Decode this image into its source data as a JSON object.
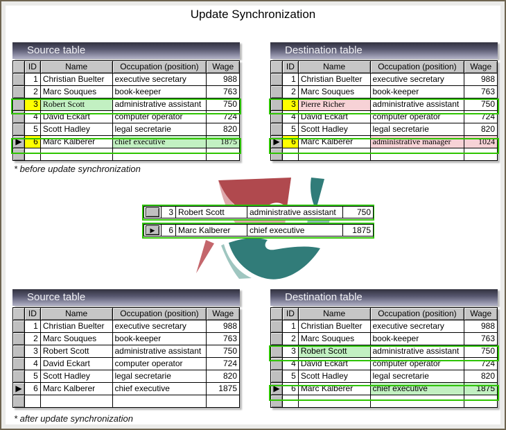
{
  "page_title": "Update Synchronization",
  "captions": {
    "before": "* before update synchronization",
    "after": "* after update synchronization"
  },
  "columns": {
    "id": "ID",
    "name": "Name",
    "occupation": "Occupation (position)",
    "wage": "Wage"
  },
  "tables": {
    "source_before": {
      "title": "Source table",
      "rows": [
        {
          "id": "1",
          "name": "Christian Buelter",
          "occupation": "executive secretary",
          "wage": "988"
        },
        {
          "id": "2",
          "name": "Marc Souques",
          "occupation": "book-keeper",
          "wage": "763"
        },
        {
          "id": "3",
          "name": "Robert Scott",
          "occupation": "administrative assistant",
          "wage": "750"
        },
        {
          "id": "4",
          "name": "David Eckart",
          "occupation": "computer operator",
          "wage": "724"
        },
        {
          "id": "5",
          "name": "Scott Hadley",
          "occupation": "legal secretarie",
          "wage": "820"
        },
        {
          "id": "6",
          "name": "Marc Kalberer",
          "occupation": "chief executive",
          "wage": "1875"
        }
      ]
    },
    "destination_before": {
      "title": "Destination table",
      "rows": [
        {
          "id": "1",
          "name": "Christian Buelter",
          "occupation": "executive secretary",
          "wage": "988"
        },
        {
          "id": "2",
          "name": "Marc Souques",
          "occupation": "book-keeper",
          "wage": "763"
        },
        {
          "id": "3",
          "name": "Pierre Richer",
          "occupation": "administrative assistant",
          "wage": "750"
        },
        {
          "id": "4",
          "name": "David Eckart",
          "occupation": "computer operator",
          "wage": "724"
        },
        {
          "id": "5",
          "name": "Scott Hadley",
          "occupation": "legal secretarie",
          "wage": "820"
        },
        {
          "id": "6",
          "name": "Marc Kalberer",
          "occupation": "administrative manager",
          "wage": "1024"
        }
      ]
    },
    "source_after": {
      "title": "Source table",
      "rows": [
        {
          "id": "1",
          "name": "Christian Buelter",
          "occupation": "executive secretary",
          "wage": "988"
        },
        {
          "id": "2",
          "name": "Marc Souques",
          "occupation": "book-keeper",
          "wage": "763"
        },
        {
          "id": "3",
          "name": "Robert Scott",
          "occupation": "administrative assistant",
          "wage": "750"
        },
        {
          "id": "4",
          "name": "David Eckart",
          "occupation": "computer operator",
          "wage": "724"
        },
        {
          "id": "5",
          "name": "Scott Hadley",
          "occupation": "legal secretarie",
          "wage": "820"
        },
        {
          "id": "6",
          "name": "Marc Kalberer",
          "occupation": "chief executive",
          "wage": "1875"
        }
      ]
    },
    "destination_after": {
      "title": "Destination table",
      "rows": [
        {
          "id": "1",
          "name": "Christian Buelter",
          "occupation": "executive secretary",
          "wage": "988"
        },
        {
          "id": "2",
          "name": "Marc Souques",
          "occupation": "book-keeper",
          "wage": "763"
        },
        {
          "id": "3",
          "name": "Robert Scott",
          "occupation": "administrative assistant",
          "wage": "750"
        },
        {
          "id": "4",
          "name": "David Eckart",
          "occupation": "computer operator",
          "wage": "724"
        },
        {
          "id": "5",
          "name": "Scott Hadley",
          "occupation": "legal secretarie",
          "wage": "820"
        },
        {
          "id": "6",
          "name": "Marc Kalberer",
          "occupation": "chief executive",
          "wage": "1875"
        }
      ]
    }
  },
  "sync_rows": [
    {
      "id": "3",
      "name": "Robert Scott",
      "occupation": "administrative assistant",
      "wage": "750"
    },
    {
      "id": "6",
      "name": "Marc Kalberer",
      "occupation": "chief executive",
      "wage": "1875"
    }
  ],
  "icons": {
    "current_row_marker": "▶"
  },
  "colors": {
    "diff_row_border": "#2ec400",
    "highlight_new": "#c2f0c2",
    "highlight_old": "#f7d2d6",
    "key_cell": "#ffff00",
    "titlebar_top": "#32323f",
    "titlebar_bottom": "#b2b2c6",
    "logo_red": "#b0494e",
    "logo_teal": "#317c79"
  }
}
